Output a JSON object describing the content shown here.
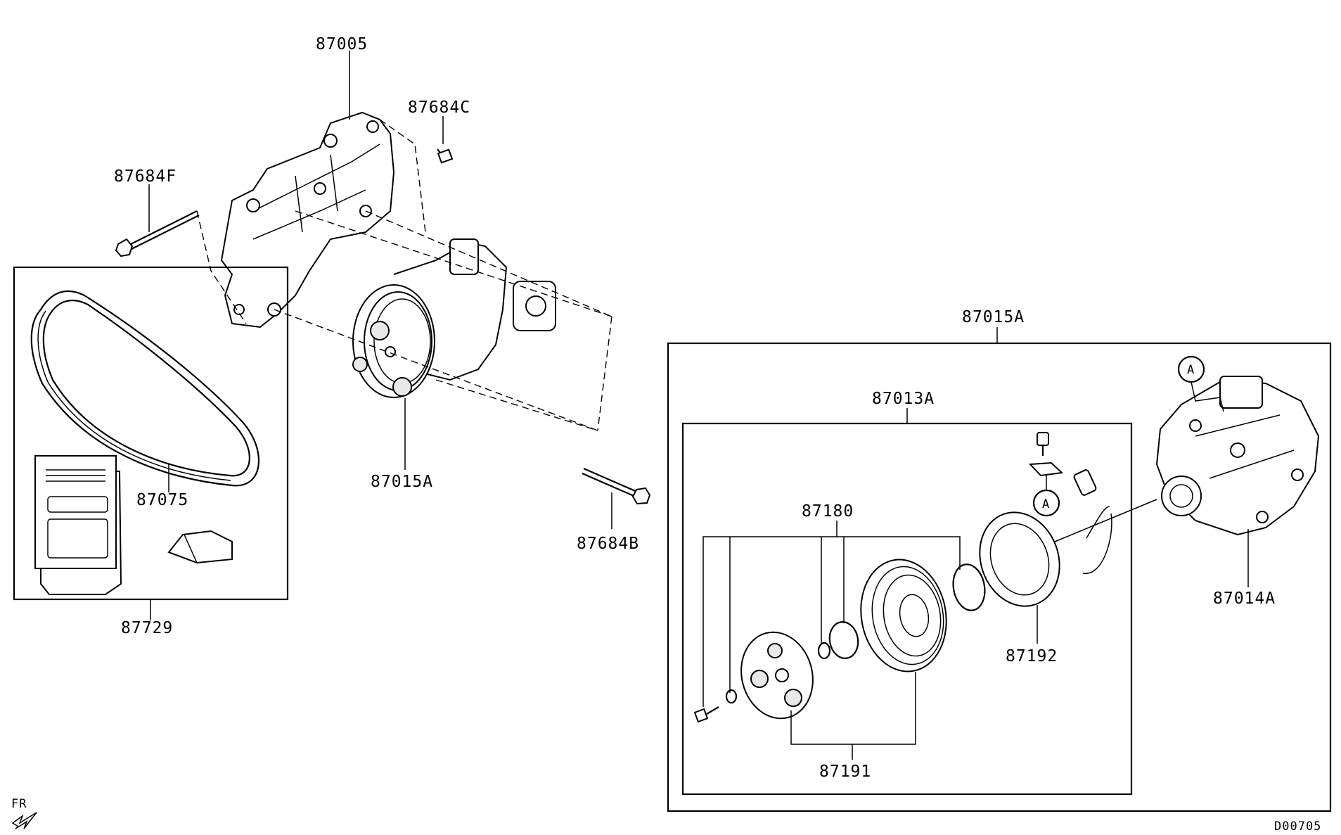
{
  "labels": {
    "bracket": "87005",
    "bolt_c": "87684C",
    "bolt_f": "87684F",
    "belt": "87075",
    "compressor_main": "87015A",
    "bolt_b": "87684B",
    "kit": "87729",
    "assembly_box": "87015A",
    "clutch_box": "87013A",
    "snap_rings": "87180",
    "field_coil": "87192",
    "compressor_body": "87014A",
    "clutch_plate_pulley": "87191",
    "ref_a_top": "A",
    "ref_a_coil": "A",
    "direction": "FR",
    "diagram_code": "D00705"
  }
}
